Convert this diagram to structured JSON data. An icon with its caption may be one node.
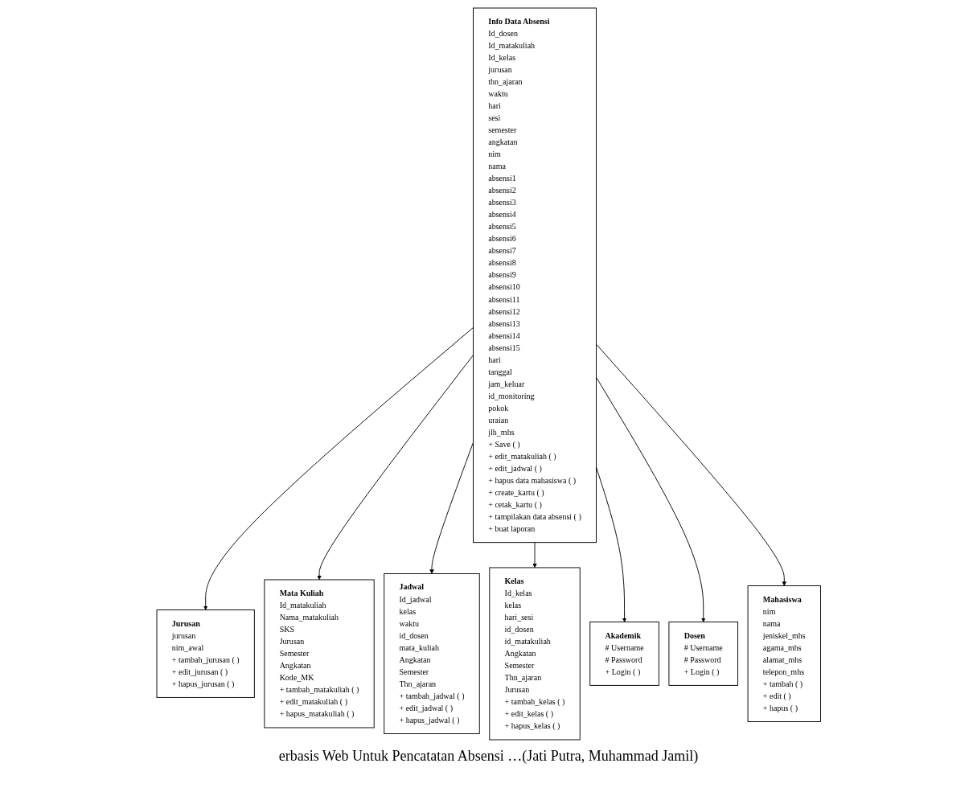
{
  "diagram": {
    "nodes": [
      {
        "text": [
          "Jurusan",
          "jurusan",
          "nim_awal",
          "+ tambah_jurusan ( )",
          "+ edit_jurusan ( )",
          "+ hapus_jurusan ( )"
        ]
      },
      {
        "text": [
          "Mata Kuliah",
          "Id_matakuliah",
          "Nama_matakuliah",
          "SKS",
          "Jurusan",
          "Semester",
          "Angkatan",
          "Kode_MK",
          "+ tambah_matakuliah ( )",
          "+ edit_matakuliah ( )",
          "+ hapus_matakuliah ( )"
        ]
      },
      {
        "text": [
          "Jadwal",
          "Id_jadwal",
          "kelas",
          "waktu",
          "id_dosen",
          "mata_kuliah",
          "Angkatan",
          "Semester",
          "Thn_ajaran",
          "+ tambah_jadwal ( )",
          "+ edit_jadwal ( )",
          "+ hapus_jadwal ( )"
        ]
      },
      {
        "text": [
          "Kelas",
          "Id_kelas",
          "kelas",
          "hari_sesi",
          "id_dosen",
          "id_matakuliah",
          "Angkatan",
          "Semester",
          "Thn_ajaran",
          "Jurusan",
          "+ tambah_kelas ( )",
          "+ edit_kelas ( )",
          "+ hapus_kelas ( )"
        ]
      },
      {
        "text": [
          "Info Data Absensi",
          "Id_dosen",
          "Id_matakuliah",
          "Id_kelas",
          "jurusan",
          "thn_ajaran",
          "waktu",
          "hari",
          "sesi",
          "semester",
          "angkatan",
          "nim",
          "nama",
          "absensi1",
          "absensi2",
          "absensi3",
          "absensi4",
          "absensi5",
          "absensi6",
          "absensi7",
          "absensi8",
          "absensi9",
          "absensi10",
          "absensi11",
          "absensi12",
          "absensi13",
          "absensi14",
          "absensi15",
          "hari",
          "tanggal",
          "jam_keluar",
          "id_monitoring",
          "pokok",
          "uraian",
          "jlh_mhs",
          "+ Save ( )",
          "+ edit_matakuliah ( )",
          "+ edit_jadwal ( )",
          "+ hapus data mahasiswa ( )",
          "+ create_kartu ( )",
          "+ cetak_kartu ( )",
          "+ tampilakan data absensi ( )",
          "+ buat laporan"
        ]
      },
      {
        "text": [
          "Akademik",
          "# Username",
          "# Password",
          "+ Login ( )"
        ]
      },
      {
        "text": [
          "Dosen",
          "# Username",
          "# Password",
          "+ Login ( )"
        ]
      },
      {
        "text": [
          "Mahasiswa",
          "nim",
          "nama",
          "jeniskel_mhs",
          "agama_mhs",
          "alamat_mhs",
          "telepon_mhs",
          "+ tambah ( )",
          "+ edit ( )",
          "+ hapus ( )"
        ]
      }
    ],
    "edges": [
      {
        "from": 4,
        "to": 0,
        "arrow": "to"
      },
      {
        "from": 4,
        "to": 1,
        "arrow": "to"
      },
      {
        "from": 4,
        "to": 2,
        "arrow": "to"
      },
      {
        "from": 4,
        "to": 3,
        "arrow": "to"
      },
      {
        "from": 4,
        "to": 5,
        "arrow": "to"
      },
      {
        "from": 4,
        "to": 6,
        "arrow": "to"
      },
      {
        "from": 4,
        "to": 7,
        "arrow": "to"
      }
    ],
    "labels": [
      "erbasis Web Untuk Pencatatan Absensi …(Jati Putra, Muhammad Jamil)"
    ]
  }
}
